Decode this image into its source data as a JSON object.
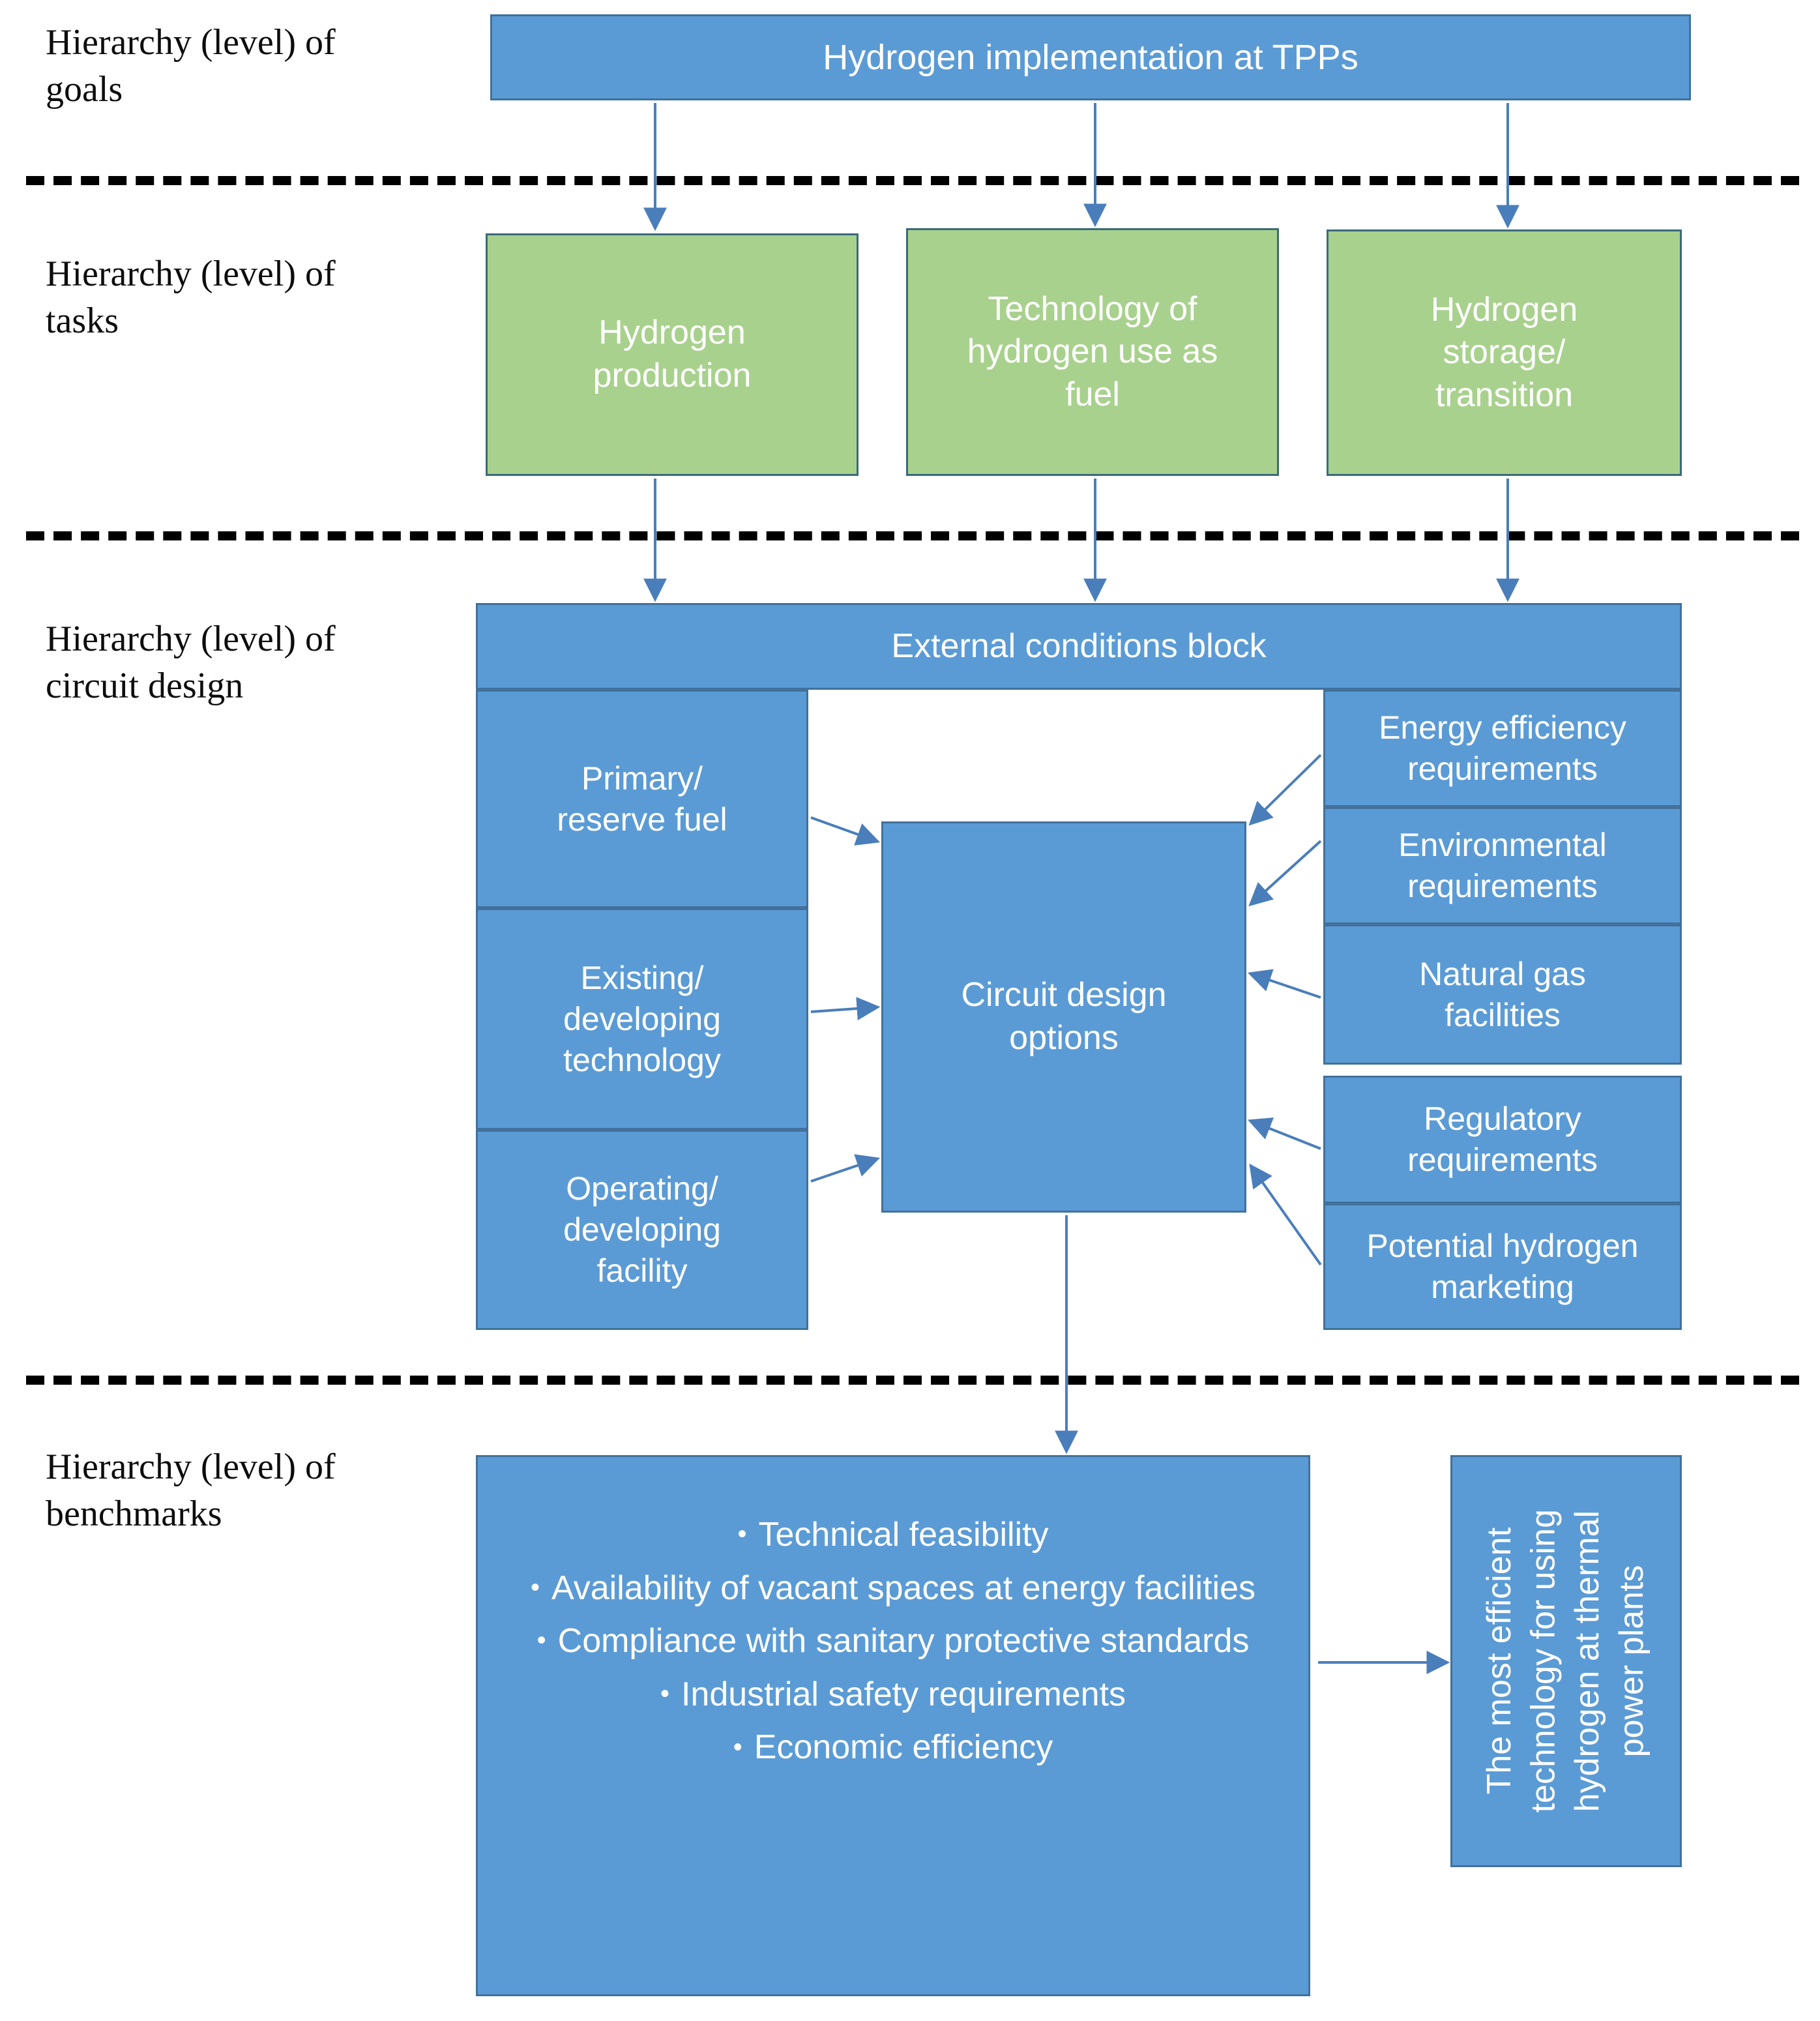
{
  "levels": [
    {
      "key": "goals",
      "label": "Hierarchy (level) of\ngoals"
    },
    {
      "key": "tasks",
      "label": "Hierarchy (level) of\ntasks"
    },
    {
      "key": "circuit",
      "label": "Hierarchy (level) of\ncircuit design"
    },
    {
      "key": "bench",
      "label": "Hierarchy (level) of\nbenchmarks"
    }
  ],
  "goal": {
    "title": "Hydrogen implementation at TPPs"
  },
  "tasks": [
    {
      "label": "Hydrogen\nproduction"
    },
    {
      "label": "Technology of\nhydrogen use as\nfuel"
    },
    {
      "label": "Hydrogen\nstorage/\ntransition"
    }
  ],
  "circuit": {
    "header": "External conditions block",
    "center": "Circuit design\noptions",
    "left": [
      {
        "label": "Primary/\nreserve fuel"
      },
      {
        "label": "Existing/\ndeveloping\ntechnology"
      },
      {
        "label": "Operating/\ndeveloping\nfacility"
      }
    ],
    "right": [
      {
        "label": "Energy efficiency\nrequirements"
      },
      {
        "label": "Environmental\nrequirements"
      },
      {
        "label": "Natural gas\nfacilities"
      },
      {
        "label": "Regulatory\nrequirements"
      },
      {
        "label": "Potential hydrogen\nmarketing"
      }
    ]
  },
  "benchmarks": {
    "bullet_glyph": "•",
    "items": [
      "Technical feasibility",
      "Availability of vacant spaces at energy facilities",
      "Compliance with sanitary protective standards",
      "Industrial safety requirements",
      "Economic efficiency"
    ],
    "result": "The most efficient\ntechnology for using\nhydrogen at thermal\npower plants"
  },
  "colors": {
    "blue_fill": "#5B9BD5",
    "blue_border": "#41719C",
    "green_fill": "#A9D18E",
    "green_border": "#3A6A7A",
    "connector": "#4A7EBB",
    "divider": "#000000",
    "box_text": "#FFFFFF",
    "label_text": "#0D0D0D"
  }
}
